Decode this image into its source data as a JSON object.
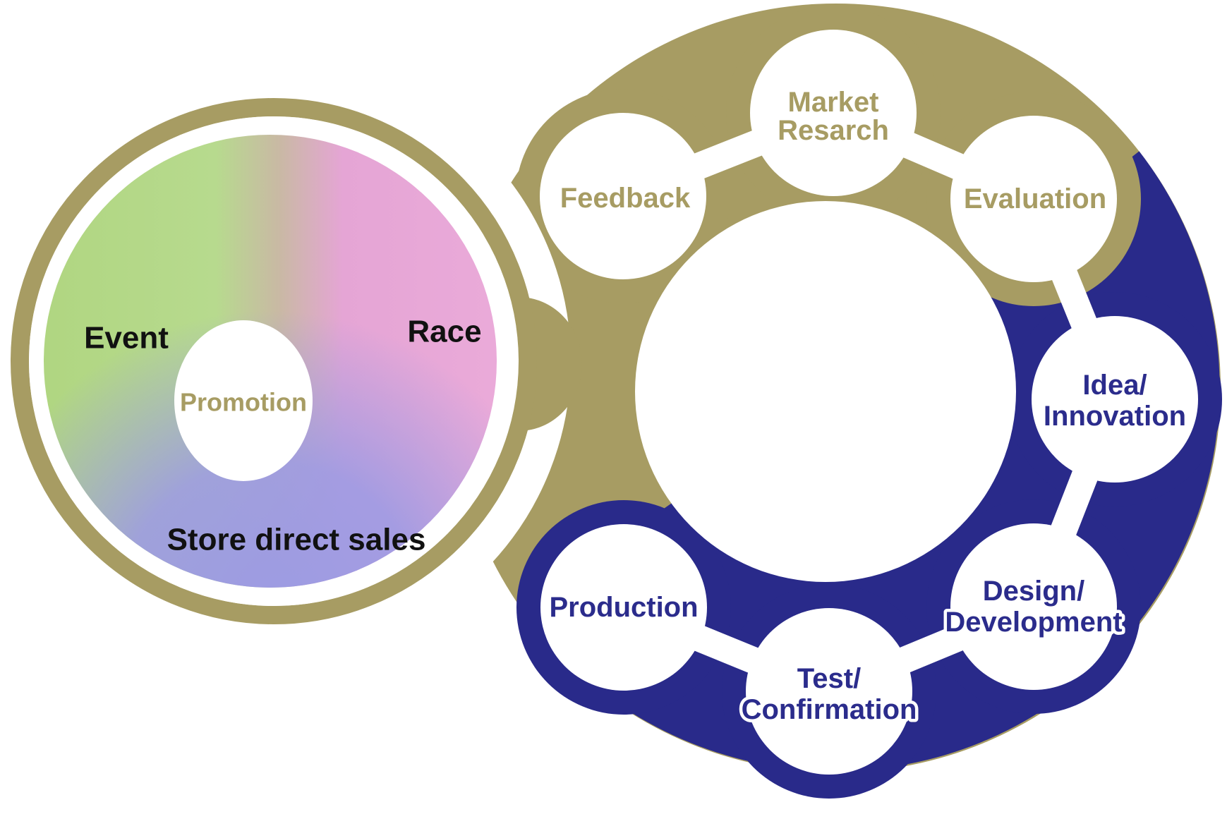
{
  "diagram_title": "product-and-sales-cycle-diagram",
  "colors": {
    "khaki": "#a79c63",
    "navy": "#292a8a",
    "navy_text": "#2b2c8c",
    "khaki_text": "#a79c63",
    "black_text": "#111111",
    "disc_green": "#b5d98c",
    "disc_pink": "#e7a6d7",
    "disc_tan": "#c9b9a4",
    "disc_periwinkle": "#9d9be3",
    "background": "#ffffff"
  },
  "left_cycle": {
    "event": "Event",
    "race": "Race",
    "store_direct_sales": "Store direct sales",
    "promotion": "Promotion"
  },
  "right_cycle": {
    "market_research": {
      "line1": "Market",
      "line2": "Resarch"
    },
    "evaluation": {
      "label": "Evaluation"
    },
    "idea_innovation": {
      "line1": "Idea/",
      "line2": "Innovation"
    },
    "design_development": {
      "line1": "Design/",
      "line2": "Development"
    },
    "test_confirmation": {
      "line1": "Test/",
      "line2": "Confirmation"
    },
    "production": {
      "label": "Production"
    },
    "feedback": {
      "label": "Feedback"
    }
  }
}
